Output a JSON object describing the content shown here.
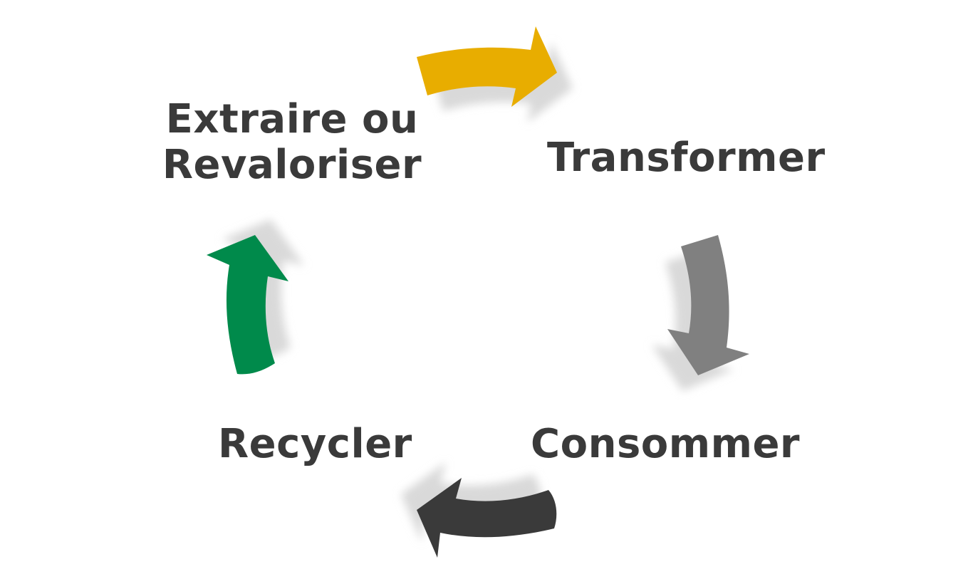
{
  "steps": {
    "extract": {
      "line1": "Extraire ou",
      "line2": "Revaloriser"
    },
    "transform": {
      "label": "Transformer"
    },
    "consume": {
      "label": "Consommer"
    },
    "recycle": {
      "label": "Recycler"
    }
  },
  "colors": {
    "text": "#3a3a3a",
    "arrow_extract_to_transform": "#e8ad00",
    "arrow_transform_to_consume": "#808080",
    "arrow_consume_to_recycle": "#3a3a3a",
    "arrow_recycle_to_extract": "#008a4b",
    "shadow": "#d9d9d9"
  },
  "arrows": [
    {
      "name": "arrow-extract-to-transform-icon",
      "color_key": "arrow_extract_to_transform"
    },
    {
      "name": "arrow-transform-to-consume-icon",
      "color_key": "arrow_transform_to_consume"
    },
    {
      "name": "arrow-consume-to-recycle-icon",
      "color_key": "arrow_consume_to_recycle"
    },
    {
      "name": "arrow-recycle-to-extract-icon",
      "color_key": "arrow_recycle_to_extract"
    }
  ]
}
